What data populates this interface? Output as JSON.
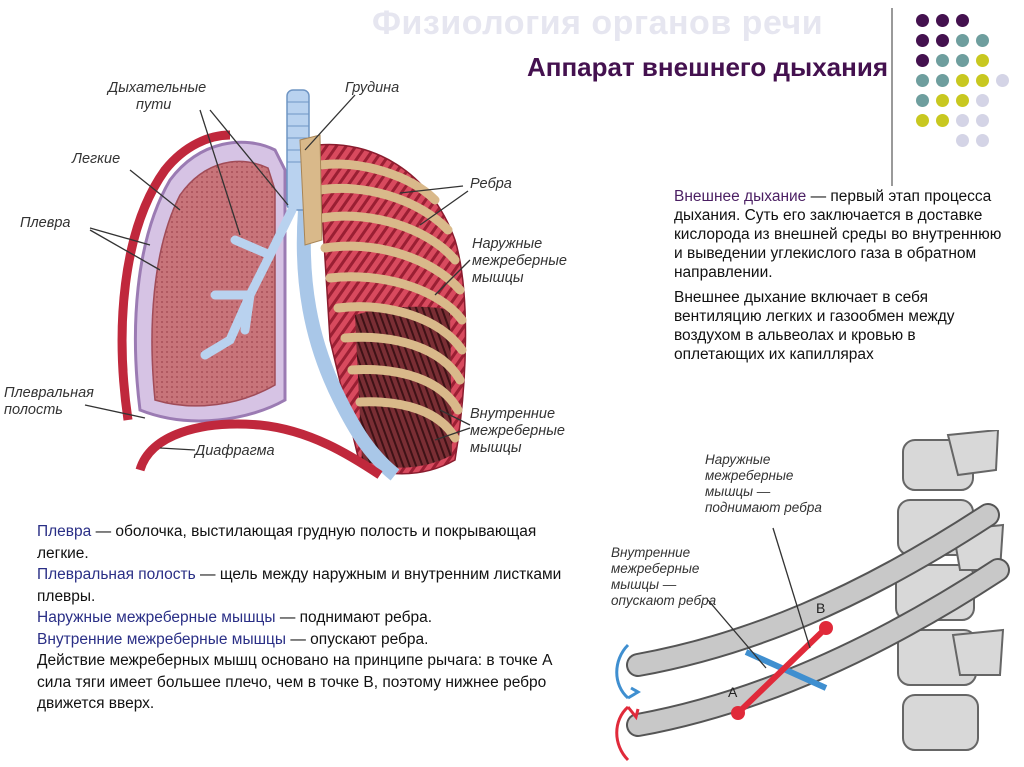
{
  "header": {
    "title": "Физиология органов речи",
    "subtitle": "Аппарат внешнего дыхания"
  },
  "colors": {
    "accent_purple": "#44114f",
    "olive": "#c8c820",
    "teal": "#6e9e9e",
    "lavender": "#d4d4e6",
    "term_blue": "#2a2f86"
  },
  "lung_labels": {
    "airways_1": "Дыхательные",
    "airways_2": "пути",
    "sternum": "Грудина",
    "lungs": "Легкие",
    "ribs": "Ребра",
    "pleura": "Плевра",
    "ext_muscles_1": "Наружные",
    "ext_muscles_2": "межреберные",
    "ext_muscles_3": "мышцы",
    "pleural_cavity_1": "Плевральная",
    "pleural_cavity_2": "полость",
    "int_muscles_1": "Внутренние",
    "int_muscles_2": "межреберные",
    "int_muscles_3": "мышцы",
    "diaphragm": "Диафрагма"
  },
  "right_text": {
    "p1_term": "Внешнее дыхание",
    "p1_rest": " — первый этап процесса дыхания. Суть его заключается в доставке кислорода из внешней среды во внутреннюю и выведении углекислого газа в обратном направлении.",
    "p2": "Внешнее дыхание включает в себя вентиляцию легких и газообмен между воздухом в альвеолах и кровью в оплетающих их капиллярах"
  },
  "left_text": {
    "pleura_term": "Плевра",
    "pleura_rest": " — оболочка, выстилающая грудную полость и покрывающая легкие.",
    "cavity_term": "Плевральная полость",
    "cavity_rest": " — щель между наружным и внутренним листками плевры.",
    "ext_term": "Наружные межреберные мышцы",
    "ext_rest": " — поднимают ребра.",
    "int_term": "Внутренние межреберные мышцы",
    "int_rest": " — опускают ребра.",
    "lever": "Действие межреберных мышц основано на принципе рычага: в точке А сила тяги имеет большее плечо, чем в точке В, поэтому нижнее ребро движется вверх."
  },
  "rib_labels": {
    "ext_1": "Наружные",
    "ext_2": "межреберные",
    "ext_3": "мышцы —",
    "ext_4": "поднимают ребра",
    "int_1": "Внутренние",
    "int_2": "межреберные",
    "int_3": "мышцы —",
    "int_4": "опускают ребра",
    "point_a": "A",
    "point_b": "B"
  }
}
